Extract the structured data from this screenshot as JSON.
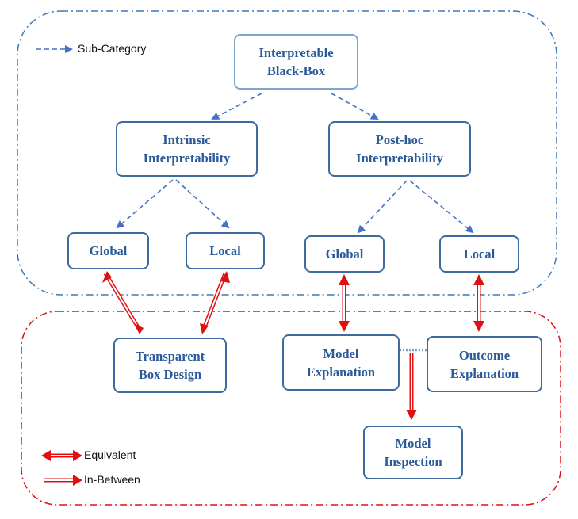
{
  "legend": {
    "sub_category": "Sub-Category",
    "equivalent": "Equivalent",
    "in_between": "In-Between"
  },
  "nodes": {
    "root": "Interpretable\nBlack-Box",
    "intrinsic": "Intrinsic\nInterpretability",
    "posthoc": "Post-hoc\nInterpretability",
    "intrinsic_global": "Global",
    "intrinsic_local": "Local",
    "posthoc_global": "Global",
    "posthoc_local": "Local",
    "transparent": "Transparent\nBox Design",
    "model_explanation": "Model\nExplanation",
    "outcome_explanation": "Outcome\nExplanation",
    "model_inspection": "Model\nInspection"
  },
  "colors": {
    "blue_region": "#3a7ab8",
    "red_region": "#e01010",
    "box_border": "#3f6aa0",
    "box_text": "#2a5a9a",
    "dashed_arrow": "#4472c4"
  }
}
